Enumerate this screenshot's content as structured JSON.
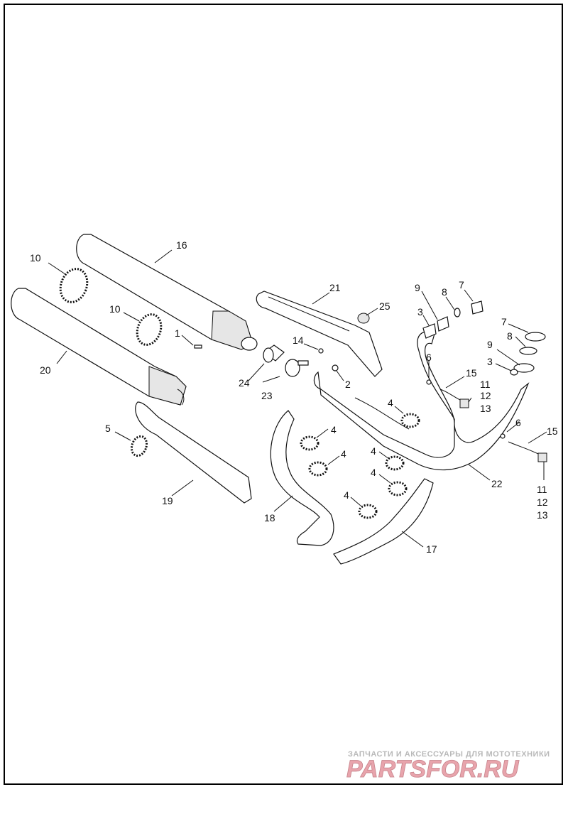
{
  "labels": {
    "l1": "1",
    "l2": "2",
    "l3a": "3",
    "l3b": "3",
    "l4a": "4",
    "l4b": "4",
    "l4c": "4",
    "l4d": "4",
    "l4e": "4",
    "l4f": "4",
    "l5": "5",
    "l6a": "6",
    "l6b": "6",
    "l7a": "7",
    "l7b": "7",
    "l8a": "8",
    "l8b": "8",
    "l9a": "9",
    "l9b": "9",
    "l10a": "10",
    "l10b": "10",
    "l11a": "11",
    "l12a": "12",
    "l13a": "13",
    "l11b": "11",
    "l12b": "12",
    "l13b": "13",
    "l14": "14",
    "l15a": "15",
    "l15b": "15",
    "l16": "16",
    "l17": "17",
    "l18": "18",
    "l19": "19",
    "l20": "20",
    "l21": "21",
    "l22": "22",
    "l23": "23",
    "l24": "24",
    "l25": "25"
  },
  "watermark": {
    "tagline": "ЗАПЧАСТИ И АКСЕССУАРЫ ДЛЯ МОТОТЕХНИКИ",
    "brand": "PARTSFOR.RU",
    "brand_color": "#e8a4ac",
    "tagline_color": "#b9b9b9"
  }
}
